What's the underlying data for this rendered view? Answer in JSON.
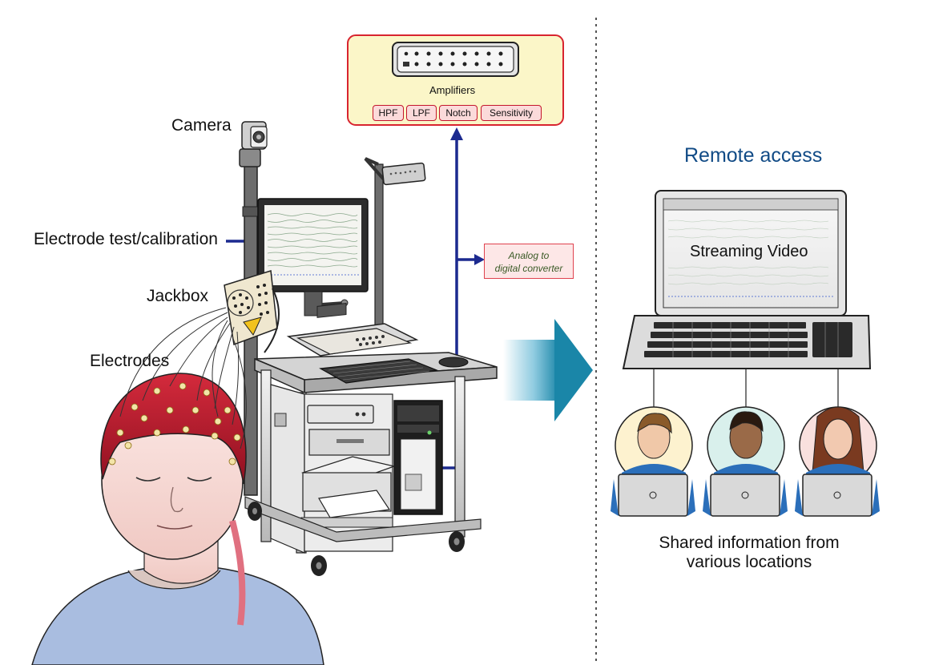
{
  "labels": {
    "camera": "Camera",
    "electrode_test": "Electrode test/calibration",
    "jackbox": "Jackbox",
    "electrodes": "Electrodes"
  },
  "amplifiers": {
    "title": "Amplifiers",
    "filters": [
      "HPF",
      "LPF",
      "Notch",
      "Sensitivity"
    ]
  },
  "converter": {
    "line1": "Analog to",
    "line2": "digital converter"
  },
  "remote": {
    "title": "Remote access",
    "screen_label": "Streaming Video",
    "caption_line1": "Shared information from",
    "caption_line2": "various locations"
  },
  "colors": {
    "arrow_blue": "#1c2a8f",
    "title_blue": "#114b86",
    "cap_red": "#b3182b",
    "amp_border": "#d8242f",
    "amp_fill": "#fbf6c8",
    "chip_fill": "#fbdada",
    "teal_arrow": "#1a8fb0"
  }
}
